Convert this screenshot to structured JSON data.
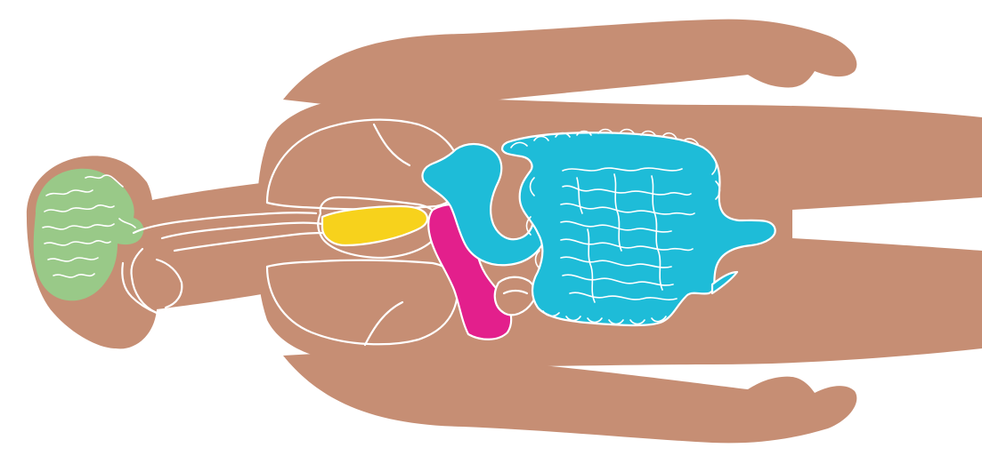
{
  "colors": {
    "background": "#ffffff",
    "skin": "#c68e74",
    "outline": "#ffffff",
    "brain": "#99c988",
    "liver": "#f7d21c",
    "stomach_and_intestines": "#1ebcd8",
    "spleen": "#e31f8c",
    "pancreas": "#c68e74"
  },
  "figure": {
    "orientation": "lying-down-head-left",
    "organs": [
      "brain",
      "trachea",
      "lungs",
      "heart",
      "liver",
      "stomach",
      "spleen",
      "small-intestine",
      "large-intestine"
    ]
  }
}
